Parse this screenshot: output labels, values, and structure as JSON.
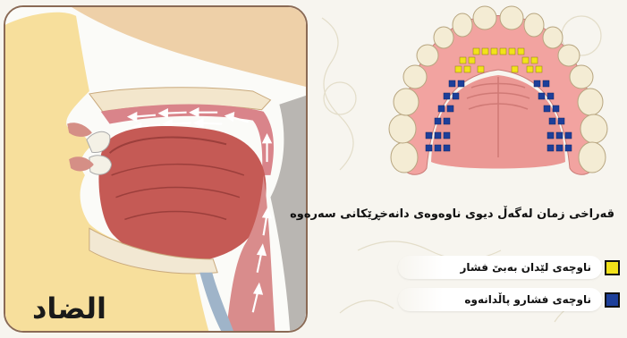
{
  "diagram": {
    "letter_label": "الضاد",
    "title": "قەراخی زمان لەگەڵ دیوی ناوەوەی دانەخڕێکانی سەرەوە",
    "legend": [
      {
        "label": "ناوچەی لێدان بەبێ فشار",
        "color": "#f2e21a"
      },
      {
        "label": "ناوچەی فشارو پاڵدانەوە",
        "color": "#1d3f9a"
      }
    ]
  }
}
